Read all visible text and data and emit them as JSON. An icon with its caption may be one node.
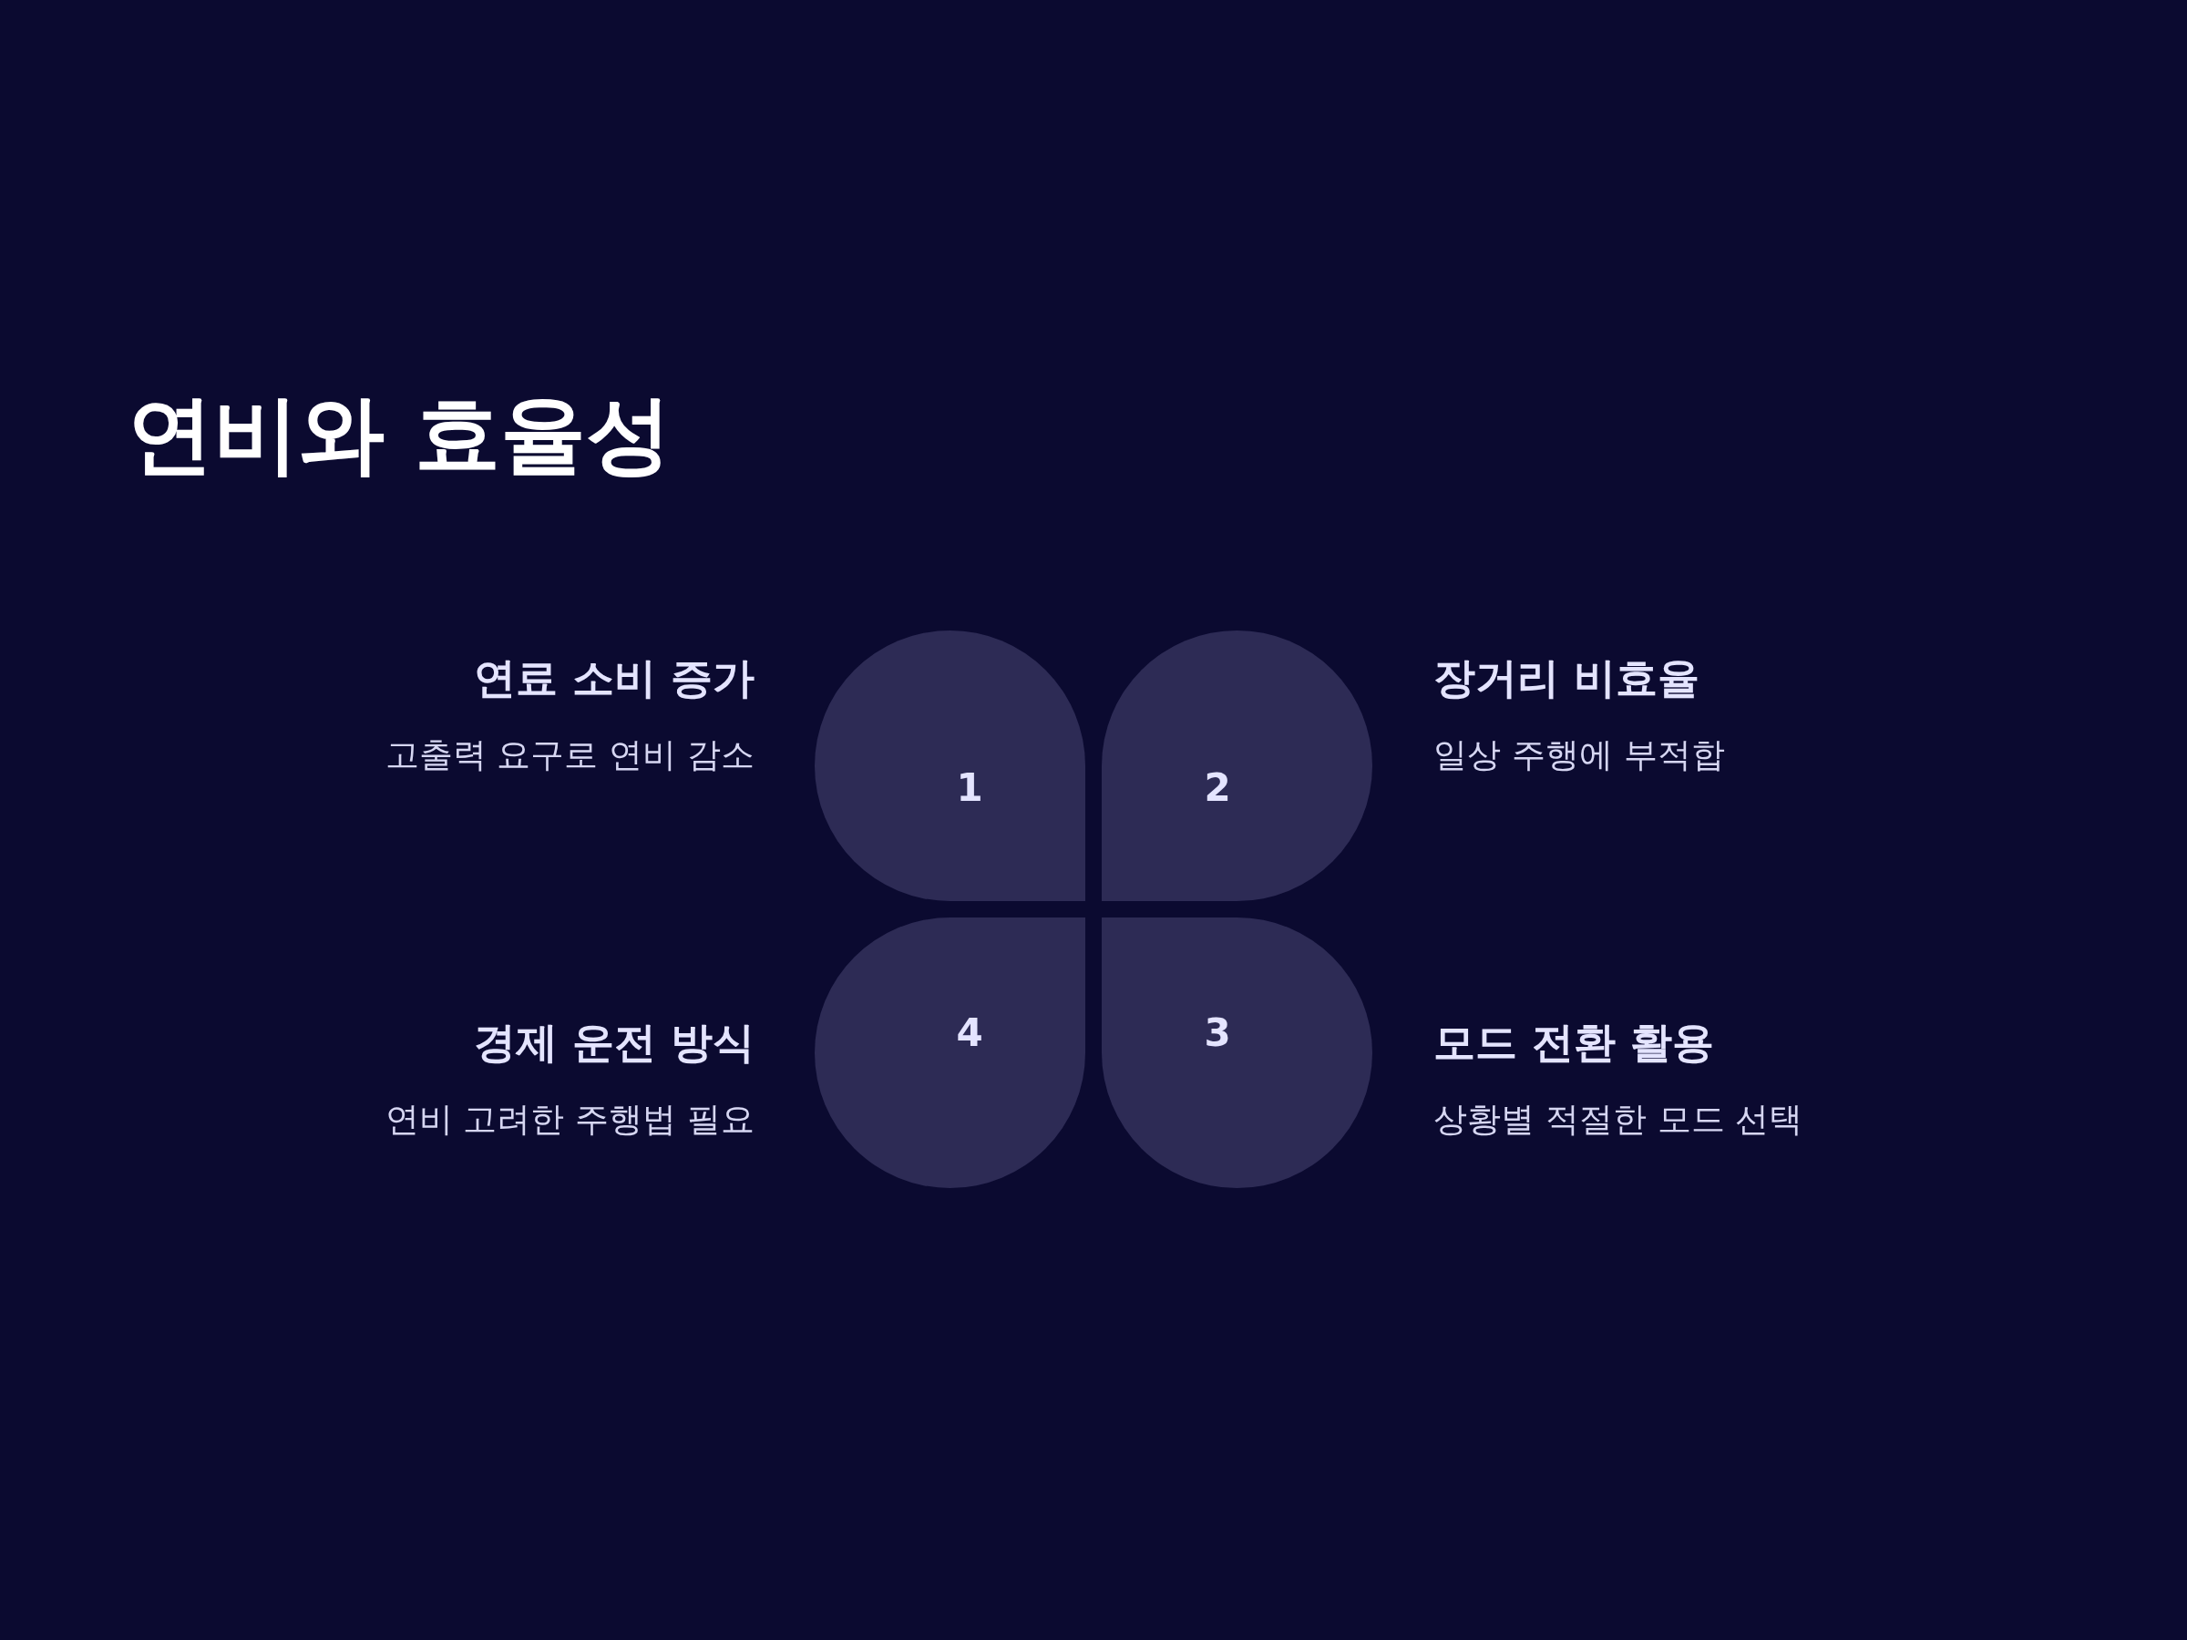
{
  "diagram": {
    "title": "연비와 효율성",
    "nodes": [
      {
        "text": [
          "1"
        ],
        "beside": [
          "연료 소비 증가",
          "고출력 요구로 연비 감소"
        ]
      },
      {
        "text": [
          "2"
        ],
        "beside": [
          "장거리 비효율",
          "일상 주행에 부적합"
        ]
      },
      {
        "text": [
          "4"
        ],
        "beside": [
          "경제 운전 방식",
          "연비 고려한 주행법 필요"
        ]
      },
      {
        "text": [
          "3"
        ],
        "beside": [
          "모드 전환 활용",
          "상황별 적절한 모드 선택"
        ]
      }
    ]
  }
}
